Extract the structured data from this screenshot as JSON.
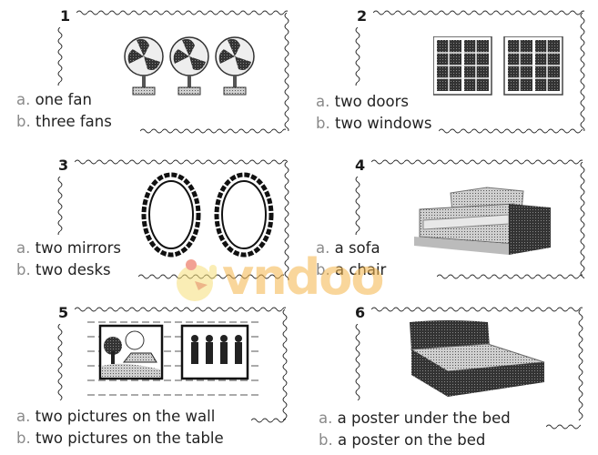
{
  "worksheet": {
    "items": [
      {
        "number": "1",
        "picture": "three-fans",
        "options": [
          {
            "letter": "a.",
            "text": "one fan"
          },
          {
            "letter": "b.",
            "text": "three fans"
          }
        ]
      },
      {
        "number": "2",
        "picture": "two-windows",
        "options": [
          {
            "letter": "a.",
            "text": "two doors"
          },
          {
            "letter": "b.",
            "text": "two windows"
          }
        ]
      },
      {
        "number": "3",
        "picture": "two-mirrors",
        "options": [
          {
            "letter": "a.",
            "text": "two mirrors"
          },
          {
            "letter": "b.",
            "text": "two desks"
          }
        ]
      },
      {
        "number": "4",
        "picture": "sofa",
        "options": [
          {
            "letter": "a.",
            "text": "a sofa"
          },
          {
            "letter": "b.",
            "text": "a chair"
          }
        ]
      },
      {
        "number": "5",
        "picture": "two-pictures-on-wall",
        "options": [
          {
            "letter": "a.",
            "text": "two pictures on the wall"
          },
          {
            "letter": "b.",
            "text": "two pictures on the table"
          }
        ]
      },
      {
        "number": "6",
        "picture": "bed",
        "options": [
          {
            "letter": "a.",
            "text": "a poster under the bed"
          },
          {
            "letter": "b.",
            "text": "a poster on the bed"
          }
        ]
      }
    ]
  },
  "watermark": {
    "text": "vndoo",
    "color": "#f5b64a",
    "mascot": "chicken-mascot"
  }
}
